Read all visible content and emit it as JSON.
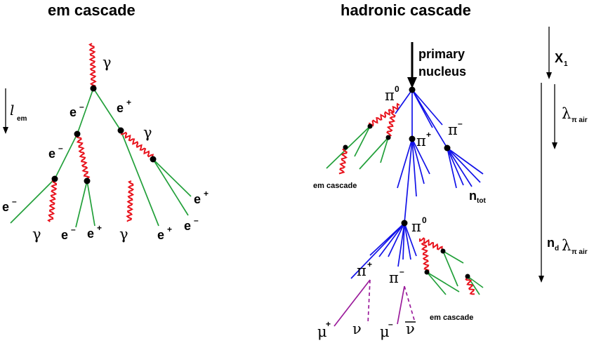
{
  "em": {
    "title": "em cascade",
    "photon": "γ",
    "electron": "e",
    "minus": "–",
    "plus": "+",
    "length_symbol": "l",
    "length_subscript": "em"
  },
  "hadronic": {
    "title": "hadronic cascade",
    "primary_line1": "primary",
    "primary_line2": "nucleus",
    "pion": "π",
    "zero": "0",
    "plus": "+",
    "minus": "–",
    "n_tot": "n",
    "tot": "tot",
    "em_cascade_label": "em cascade",
    "muon": "μ",
    "neutrino": "ν"
  },
  "scale": {
    "x1": "X",
    "x1_sub": "1",
    "lambda": "λ",
    "lambda_sub": "π air",
    "nd": "n",
    "nd_sub": "d"
  },
  "colors": {
    "electron_track": "#22a03a",
    "hadron_track": "#1212e8",
    "photon": "#e8121c",
    "lepton_track": "#9b1c9b"
  }
}
